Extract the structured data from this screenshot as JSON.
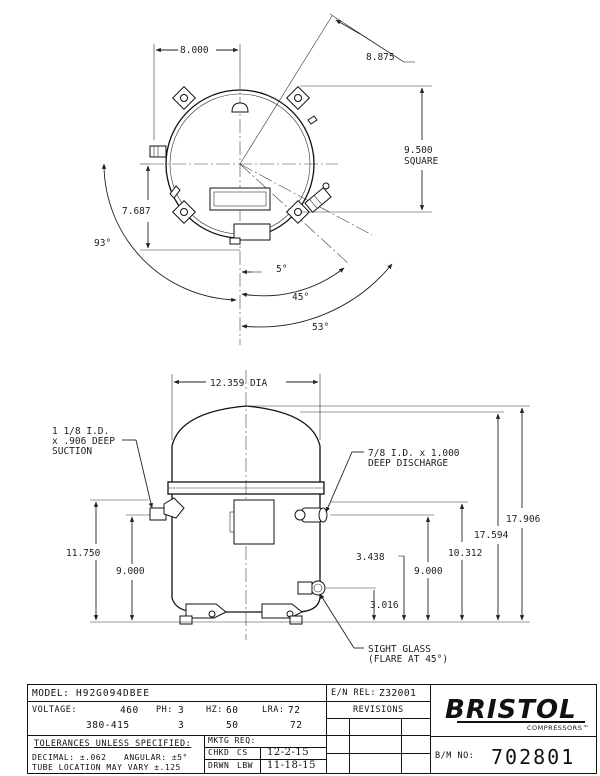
{
  "top_view": {
    "dim_width": "8.000",
    "dim_diag": "8.875",
    "dim_square_value": "9.500",
    "dim_square_label": "SQUARE",
    "dim_offset": "7.687",
    "angle_93": "93°",
    "angle_5": "5°",
    "angle_45": "45°",
    "angle_53": "53°"
  },
  "side_view": {
    "dim_dia": "12.359 DIA",
    "suction_note": [
      "1 1/8 I.D.",
      "x .906 DEEP",
      "SUCTION"
    ],
    "discharge_note": [
      "7/8 I.D. x 1.000",
      "DEEP DISCHARGE"
    ],
    "sight_glass_note": [
      "SIGHT GLASS",
      "(FLARE AT 45°)"
    ],
    "dim_17906": "17.906",
    "dim_17594": "17.594",
    "dim_10312": "10.312",
    "dim_9000_right": "9.000",
    "dim_3438": "3.438",
    "dim_3016": "3.016",
    "dim_11750": "11.750",
    "dim_9000_left": "9.000"
  },
  "title_block": {
    "model_label": "MODEL:",
    "model_value": "H92G094DBEE",
    "en_rel_label": "E/N REL:",
    "en_rel_value": "Z32001",
    "voltage_label": "VOLTAGE:",
    "voltage_1": "460",
    "voltage_2": "380-415",
    "ph_label": "PH:",
    "ph_1": "3",
    "ph_2": "3",
    "hz_label": "HZ:",
    "hz_1": "60",
    "hz_2": "50",
    "lra_label": "LRA:",
    "lra_1": "72",
    "lra_2": "72",
    "revisions_label": "REVISIONS",
    "tolerances_label": "TOLERANCES UNLESS SPECIFIED:",
    "decimal_text": "DECIMAL: ±.062",
    "angular_text": "ANGULAR: ±5°",
    "tube_text": "TUBE LOCATION MAY VARY ±.125",
    "mktg_req_label": "MKTG REQ:",
    "chkd_label": "CHKD",
    "chkd_initials": "CS",
    "chkd_date": "12-2-15",
    "drwn_label": "DRWN",
    "drwn_initials": "LBW",
    "drwn_date": "11-18-15",
    "bm_no_label": "B/M NO:",
    "bm_no_value": "702801",
    "brand_name": "BRISTOL",
    "brand_sub": "COMPRESSORS™"
  }
}
